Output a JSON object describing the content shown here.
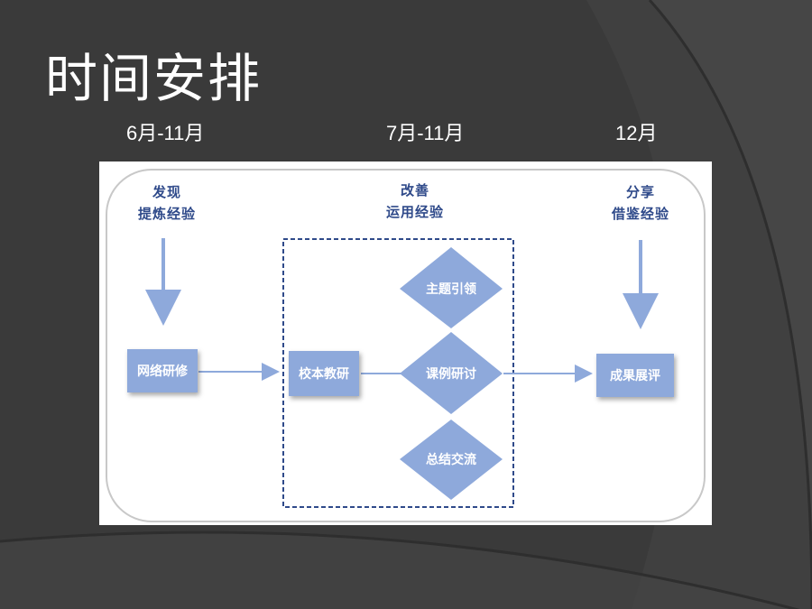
{
  "slide": {
    "title": "时间安排",
    "phases": [
      "6月-11月",
      "7月-11月",
      "12月"
    ]
  },
  "diagram": {
    "stages": [
      {
        "line1": "发现",
        "line2": "提炼经验"
      },
      {
        "line1": "改善",
        "line2": "运用经验"
      },
      {
        "line1": "分享",
        "line2": "借鉴经验"
      }
    ],
    "boxes": {
      "network": "网络研修",
      "school": "校本教研",
      "result": "成果展评"
    },
    "diamonds": {
      "theme": "主题引领",
      "lesson": "课例研讨",
      "summary": "总结交流"
    },
    "colors": {
      "node": "#8ea9db",
      "arrow": "#8ea9db",
      "dashed": "#2f4a8a",
      "label": "#2f4a8a"
    }
  }
}
